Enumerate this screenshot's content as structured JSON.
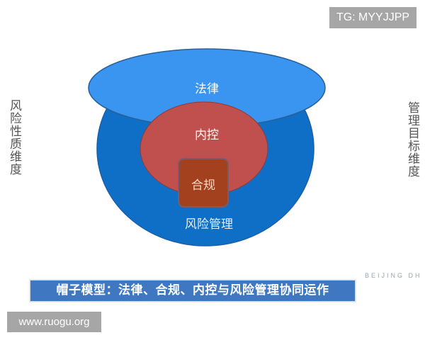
{
  "watermarks": {
    "tg": "TG: MYYJJPP",
    "site": "www.ruogu.org",
    "corner_faint": "BEIJING DH"
  },
  "axes": {
    "left": "风险性质维度",
    "right": "管理目标维度"
  },
  "diagram": {
    "layers": [
      {
        "name": "law",
        "label": "法律",
        "color": "#3a95f0"
      },
      {
        "name": "internal-control",
        "label": "内控",
        "color": "#c0504d"
      },
      {
        "name": "compliance",
        "label": "合规",
        "color": "#a3401d"
      },
      {
        "name": "risk-management",
        "label": "风险管理",
        "color": "#0f6fc6"
      }
    ]
  },
  "caption": {
    "text": "帽子模型：法律、合规、内控与风险管理协同运作",
    "background": "#3f77c1"
  }
}
